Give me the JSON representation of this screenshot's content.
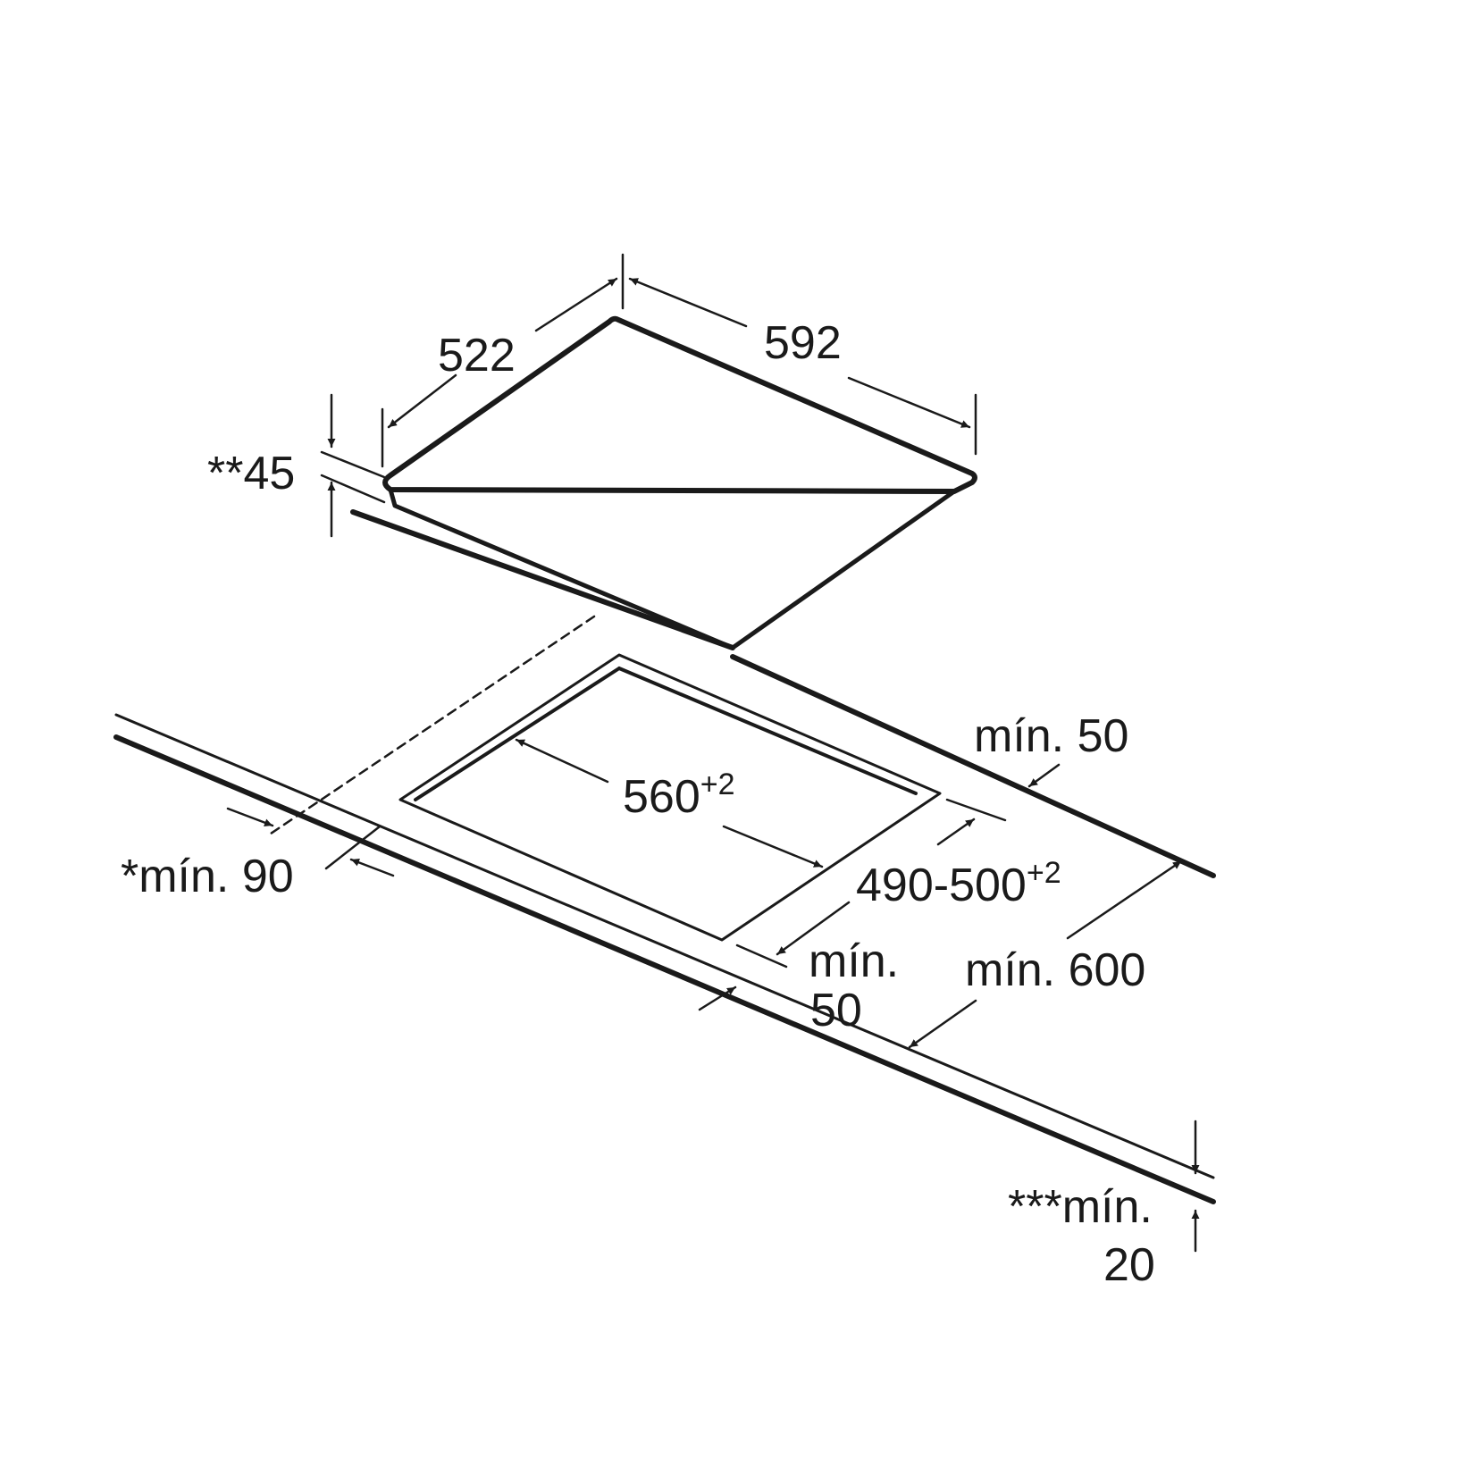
{
  "labels": {
    "width_hob": "592",
    "depth_hob": "522",
    "height_hob": "**45",
    "cutout_width": "560",
    "cutout_width_tol": "+2",
    "cutout_depth": "490-500",
    "cutout_depth_tol": "+2",
    "rear_gap": "mín. 50",
    "front_gap_line1": "mín.",
    "front_gap_line2": "50",
    "side_gap": "*mín. 90",
    "counter_depth": "mín. 600",
    "thickness_line1": "***mín.",
    "thickness_line2": "20"
  },
  "colors": {
    "line": "#1a1a1a",
    "background": "#ffffff"
  }
}
